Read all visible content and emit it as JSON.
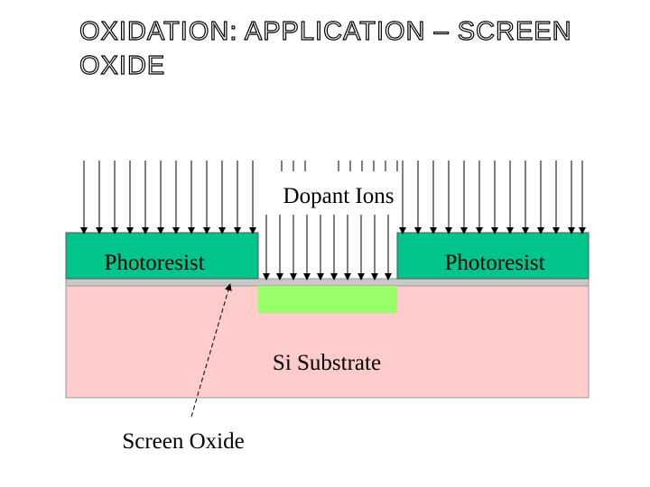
{
  "title": {
    "line1": "OXIDATION: APPLICATION – SCREEN",
    "line2": "OXIDE"
  },
  "labels": {
    "dopant_ions": "Dopant Ions",
    "photoresist_left": "Photoresist",
    "photoresist_right": "Photoresist",
    "substrate": "Si Substrate",
    "screen_oxide": "Screen Oxide"
  },
  "colors": {
    "photoresist": "#00c48c",
    "substrate": "#ffcccc",
    "implant_region": "#99ff66",
    "oxide": "#c8c8c8"
  }
}
